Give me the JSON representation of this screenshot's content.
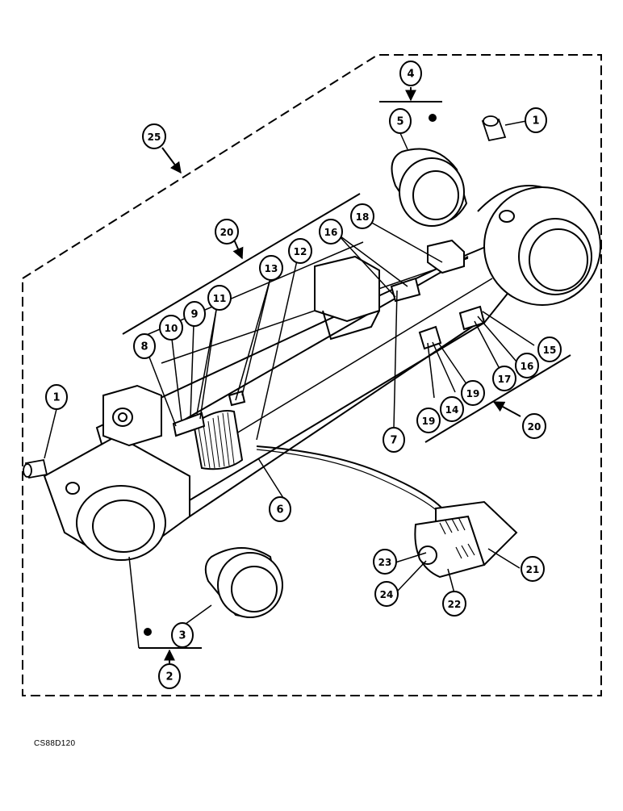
{
  "drawing_code": "CS88D120",
  "callouts": {
    "c1_top": "1",
    "c1_left": "1",
    "c2": "2",
    "c3": "3",
    "c4": "4",
    "c5": "5",
    "c6": "6",
    "c7": "7",
    "c8": "8",
    "c9": "9",
    "c10": "10",
    "c11": "11",
    "c12": "12",
    "c13": "13",
    "c14": "14",
    "c15": "15",
    "c16_top": "16",
    "c16_right": "16",
    "c17": "17",
    "c18": "18",
    "c19_a": "19",
    "c19_b": "19",
    "c20_top": "20",
    "c20_right": "20",
    "c21": "21",
    "c22": "22",
    "c23": "23",
    "c24": "24",
    "c25": "25"
  }
}
